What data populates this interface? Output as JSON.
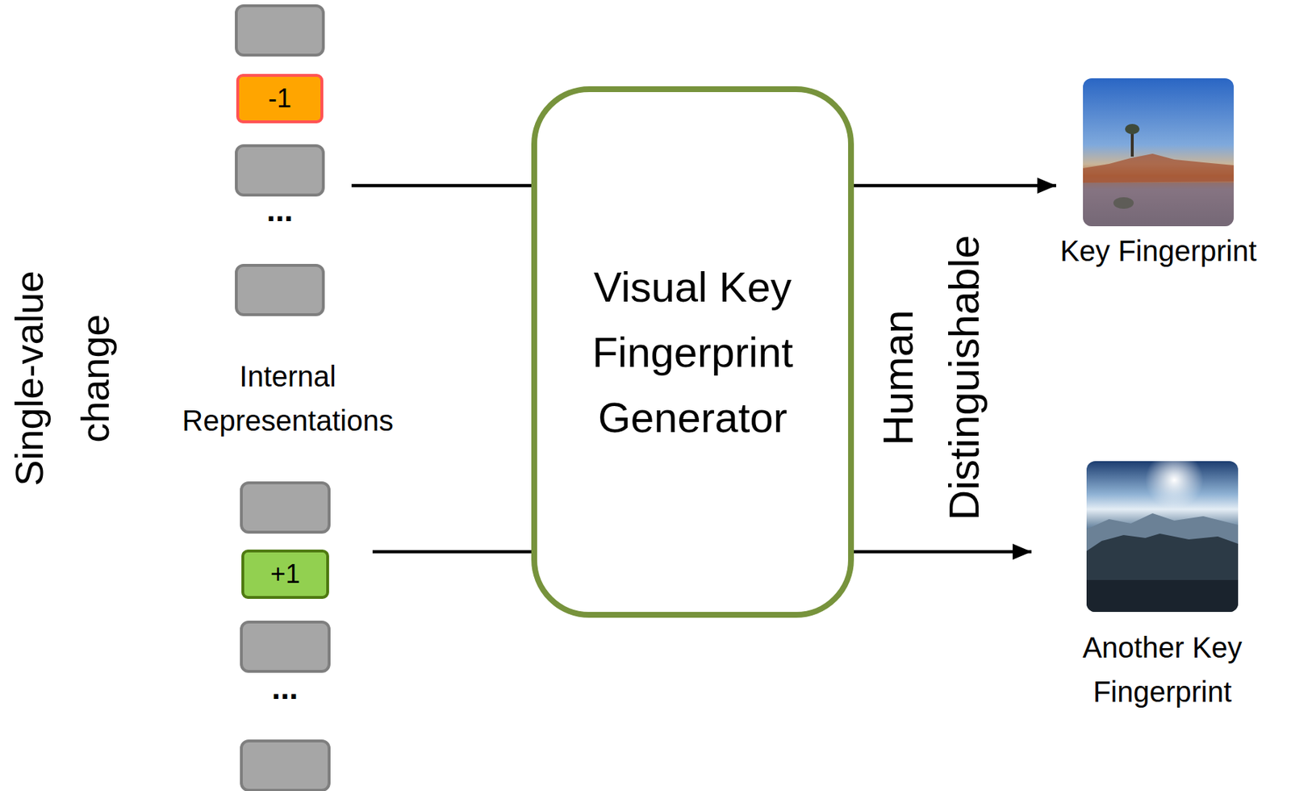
{
  "diagram": {
    "nodes": [
      {
        "text": [
          "-1"
        ]
      },
      {
        "text": [
          "+1"
        ]
      },
      {
        "text": [
          "Visual Key Fingerprint Generator"
        ]
      },
      {
        "text": [
          "Key Fingerprint"
        ]
      },
      {
        "text": [
          "Another Key Fingerprint"
        ]
      }
    ],
    "edges": [
      {
        "from": 2,
        "to": 3,
        "arrow": "to"
      },
      {
        "from": 2,
        "to": 4,
        "arrow": "to"
      }
    ],
    "labels": [
      "Single-value change",
      "Internal Representations",
      "Human Distinguishable",
      "...",
      "..."
    ]
  }
}
